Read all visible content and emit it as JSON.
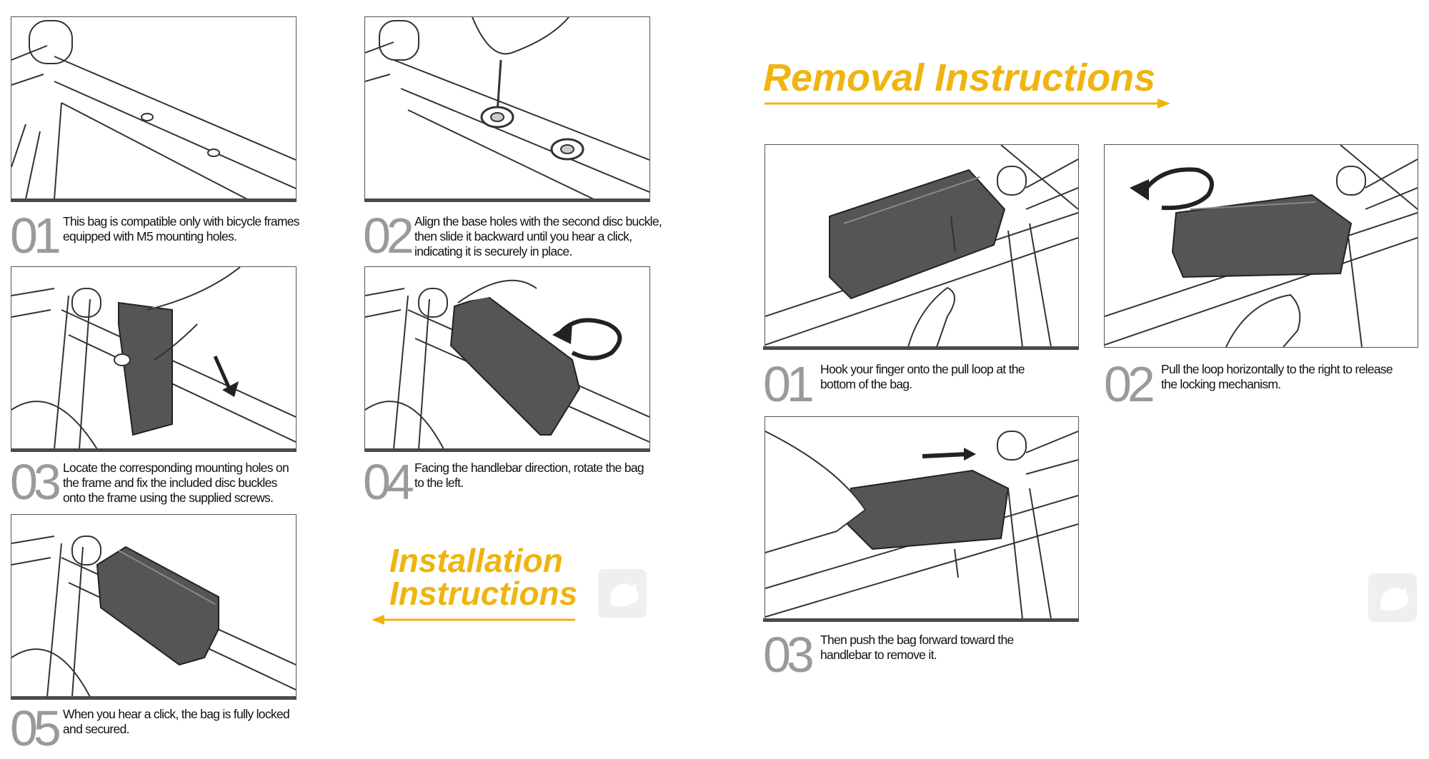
{
  "installation": {
    "title_line1": "Installation",
    "title_line2": "Instructions",
    "steps": [
      {
        "num": "01",
        "lines": [
          "This bag is compatible only with bicycle frames",
          "equipped with M5 mounting holes."
        ]
      },
      {
        "num": "02",
        "lines": [
          "Align the base holes with the second disc buckle,",
          "then slide it backward until you hear a click,",
          "indicating it is securely in place."
        ]
      },
      {
        "num": "03",
        "lines": [
          "Locate the corresponding mounting holes on",
          "the frame and fix the included disc buckles",
          "onto the frame using the supplied screws."
        ]
      },
      {
        "num": "04",
        "lines": [
          "Facing the handlebar direction, rotate the bag",
          "to the left."
        ]
      },
      {
        "num": "05",
        "lines": [
          "When you hear a click, the bag is fully locked",
          "and secured."
        ]
      }
    ]
  },
  "removal": {
    "title": "Removal Instructions",
    "steps": [
      {
        "num": "01",
        "lines": [
          "Hook your finger onto the pull loop at the",
          "bottom of the bag."
        ]
      },
      {
        "num": "02",
        "lines": [
          "Pull the loop horizontally to the right to release",
          "the locking mechanism."
        ]
      },
      {
        "num": "03",
        "lines": [
          "Then push the bag forward toward the",
          "handlebar to remove it."
        ]
      }
    ]
  },
  "colors": {
    "accent": "#efb40f",
    "number": "#9a9a9a",
    "bag": "#555555"
  },
  "icons": [
    "bicycle-frame-illustration",
    "hex-key-icon",
    "rotate-arrow-icon",
    "arrow-right-icon",
    "arrow-left-icon",
    "brand-logo-icon"
  ]
}
